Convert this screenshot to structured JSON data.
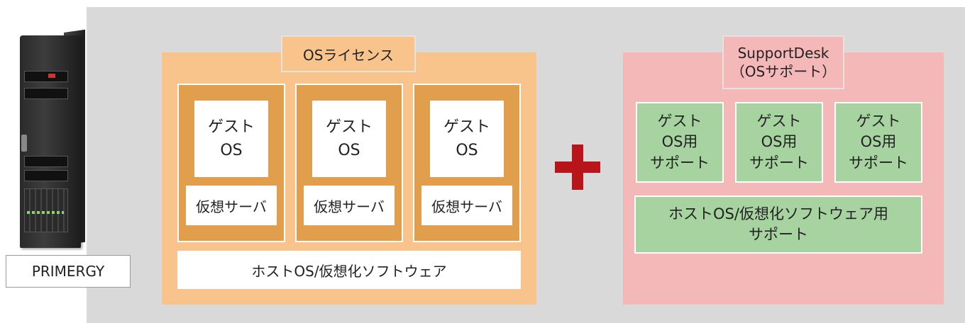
{
  "server": {
    "label": "PRIMERGY"
  },
  "os_license": {
    "title": "OSライセンス",
    "vms": [
      {
        "guest_os": "ゲスト\nOS",
        "virtual_server": "仮想サーバ"
      },
      {
        "guest_os": "ゲスト\nOS",
        "virtual_server": "仮想サーバ"
      },
      {
        "guest_os": "ゲスト\nOS",
        "virtual_server": "仮想サーバ"
      }
    ],
    "host_os": "ホストOS/仮想化ソフトウェア"
  },
  "plus_symbol_color": "#b8151b",
  "support": {
    "title_line1": "SupportDesk",
    "title_line2": "（OSサポート）",
    "guest_supports": [
      "ゲスト\nOS用\nサポート",
      "ゲスト\nOS用\nサポート",
      "ゲスト\nOS用\nサポート"
    ],
    "host_support_line1": "ホストOS/仮想化ソフトウェア用",
    "host_support_line2": "サポート"
  },
  "colors": {
    "license_bg": "#f8c48c",
    "vm_bg": "#e19e4c",
    "support_bg": "#f5b8b9",
    "support_box": "#a6d3a0",
    "panel_bg": "#d9d9d9"
  }
}
